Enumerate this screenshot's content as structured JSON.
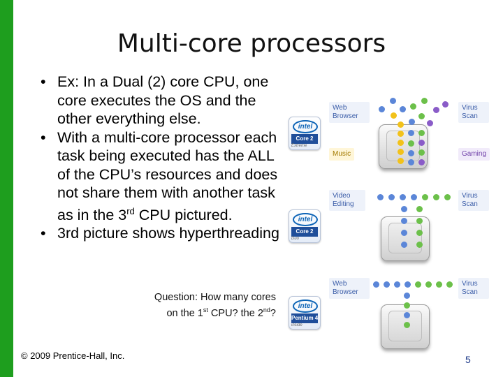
{
  "slide": {
    "title": "Multi-core processors",
    "bullets": [
      {
        "text": "Ex: In a Dual (2) core CPU, one core executes the OS and the other everything else."
      },
      {
        "text": "With a multi-core processor each task being executed has the ALL of the CPU’s resources and does not share them with another task as in the 3",
        "sup": "rd",
        "after": " CPU pictured."
      },
      {
        "text": "3rd picture shows hyperthreading"
      }
    ],
    "question": {
      "line1": "Question: How many cores",
      "p1": "on the 1",
      "sup1": "st",
      "p2": " CPU? the 2",
      "sup2": "nd",
      "p3": "?"
    },
    "footer": "© 2009 Prentice-Hall, Inc.",
    "page_number": "5"
  },
  "figure": {
    "badges": [
      {
        "brand": "intel",
        "model": "Core 2",
        "sub": "Extreme"
      },
      {
        "brand": "intel",
        "model": "Core 2",
        "sub": "Duo"
      },
      {
        "brand": "intel",
        "model": "Pentium 4 HT",
        "sub": "inside"
      }
    ],
    "labels": {
      "web_browser_1": "Web Browser",
      "virus_scan_1": "Virus Scan",
      "music": "Music",
      "gaming": "Gaming",
      "video_editing": "Video Editing",
      "virus_scan_2": "Virus Scan",
      "web_browser_2": "Web Browser",
      "virus_scan_3": "Virus Scan"
    },
    "colors": {
      "green_bar": "#1e9e1e",
      "blue_dot": "#5b86d8",
      "yellow_dot": "#f2c21a",
      "green_dot": "#6cc04a",
      "purple_dot": "#8a5cc8"
    }
  }
}
